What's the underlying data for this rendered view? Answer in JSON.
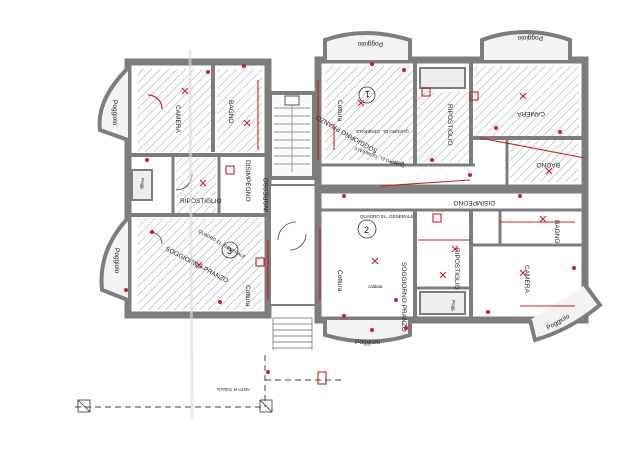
{
  "rooms": {
    "camera_left": "CAMERA",
    "bagno_left": "BAGNO",
    "disimpegno_left": "DISIMPEGNO",
    "ripostiglio_left": "RIPOSTIGLIO",
    "soggiorno_left": "SOGGIORNO-PRANZO",
    "cottura_left": "Cottura",
    "poggiolo_left_top": "Poggiolo",
    "poggiolo_left_mid": "Poggiolo",
    "poggiolo_left_small": "Pogg.",
    "ingresso": "INGRESSO",
    "poggiolo_top_center": "Poggiolo",
    "poggiolo_top_right": "Poggiolo",
    "cottura_top": "Cottura",
    "soggiorno_top": "SOGGIORNO PRANZO",
    "ripostiglio_top": "RIPOSTIGLIO",
    "camera_top_right": "CAMERA",
    "bagno_top_right": "BAGNO",
    "disimpegno_right": "DISIMPEGNO",
    "bagno_right": "BAGNO",
    "soggiorno_bottom": "SOGGIORNO PRANZO",
    "cottura_bottom": "Cottura",
    "ripostiglio_bottom": "RIPOSTIGLIO",
    "camera_bottom_right": "CAMERA",
    "poggiolo_bottom_center": "Poggiolo",
    "poggiolo_bottom_right": "Poggiolo",
    "pogg_bottom": "Pogg.",
    "quadro_top_1": "QUADRO EL. GENERALE",
    "quadro_top_2": "QUADRO EL. GENERALE",
    "quadro_bottom": "QUADRO EL. GENERALE",
    "quadro_left": "QUADRO EL. GENERALE",
    "caldaia_top": "caldaia",
    "caldaia_bottom": "caldaia"
  },
  "unit_numbers": {
    "top": "1",
    "left": "3",
    "bottom": "2"
  },
  "notes": {
    "bottom_left": "ANTA-R Tubazio"
  },
  "colors": {
    "wall": "#7d7d7d",
    "hatch": "#8a8a8a",
    "electric": "#cc1b2b",
    "paper": "#ffffff"
  }
}
